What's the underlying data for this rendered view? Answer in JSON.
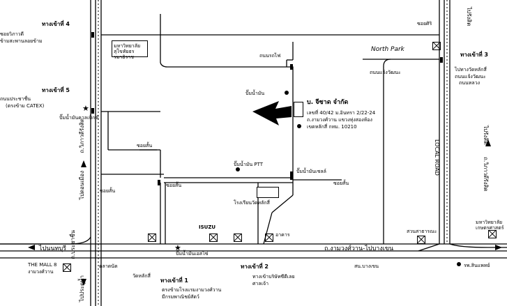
{
  "entrances": {
    "e1": "ทางเข้าที่ 1",
    "e2": "ทางเข้าที่ 2",
    "e3": "ทางเข้าที่ 3",
    "e4": "ทางเข้าที่ 4",
    "e5": "ทางเข้าที่ 5"
  },
  "company": {
    "name": "บ. จีซาด จำกัด",
    "address1": "เลขที่ 40/42 ม.อินทรา 2/22-24",
    "address2": "ถ.งามวงศ์วาน แขวงทุ่งสองห้อง",
    "address3": "เขตหลักสี่ กทม. 10210"
  },
  "roads": {
    "vibhavadi_left": "ถ.วิภาวดีรังสิต",
    "to_donmuang": "ไปดอนเมือง",
    "ngamwongwan": "ถ.งามวงศ์วาน-ไปบางเขน",
    "to_nonthaburi": "ไปนนทบุรี",
    "to_pratunam": "ไปประตูน้ำ",
    "vibhavadi_right": "ถ.วิภาวดีรังสิต",
    "to_rangsit": "ไปรังสิต",
    "to_rangsit_top": "ไปรังสิต",
    "local_road": "LOCAL ROAD",
    "north_park": "North Park",
    "soi": "ซอยสั้น",
    "soi2": "ซอยสั้น",
    "soi3": "ซอยสั้น",
    "soi4": "ซอยสั้น",
    "sirichai_label": "ถนนแจ้งวัฒนะ",
    "pratunam_rd": "ถ.ประชาชื่น"
  },
  "places": {
    "mahidol": "มหาวิทยาลัยสุโขทัยธรรมาธิราช",
    "public_park": "สวนสาธารณะ",
    "gas_pit": "ปั๊มน้ำมัน",
    "gas_esso": "ปั๊มน้ำมันเอสโซ่",
    "gas_pit_ptt": "ปั๊มน้ำมัน PTT",
    "gas_caltex": "ปั๊มน้ำมันคาลเท็กซ์",
    "isuzu": "ISUZU",
    "school": "โรงเรียนวัดหลักสี่",
    "themall": "THE MALL 8",
    "themall2": "งามวงศ์วาน",
    "market": "ตลาดนัด",
    "temple": "วัดหลักสี่",
    "bldg_a": "อาคาร",
    "police": "สน.บางเขน",
    "north_label": "ถนนหลวง",
    "sign1": "ทางเข้าที่ 1",
    "e1_desc1": "ตรงข้ามโรงแรมงามวงศ์วาน",
    "e1_desc2": "มีกรมพาณิชย์สัตว์",
    "e2_desc1": "ทางเข้าบริษัทซีดีเลย",
    "e2_desc2": "ศาลเจ้า",
    "e3_desc1": "ไปทางวัดหลักสี่",
    "e3_desc2": "ถนนแจ้งวัฒนะ",
    "e4_desc1": "ซอยวิภาวดี",
    "e4_desc2": "ข้ามสะพานลอยข้าม",
    "e5_desc1": "ถนนประชาชื่น",
    "e5_desc2": "(ตรงข้าม CATEX)",
    "ptt_label": "ปั๊มน้ำมัน PTT",
    "shell_label": "ปั๊มน้ำมันเชลล์",
    "market2": "ตลาดนัด",
    "soi_siri": "ซอยศิริ",
    "mahidol_right1": "มหาวิทยาลัย",
    "mahidol_right2": "เกษตรศาสตร์",
    "sub_right": "รพ.สินแพทย์",
    "road_top": "ถนนรถไฟ"
  }
}
